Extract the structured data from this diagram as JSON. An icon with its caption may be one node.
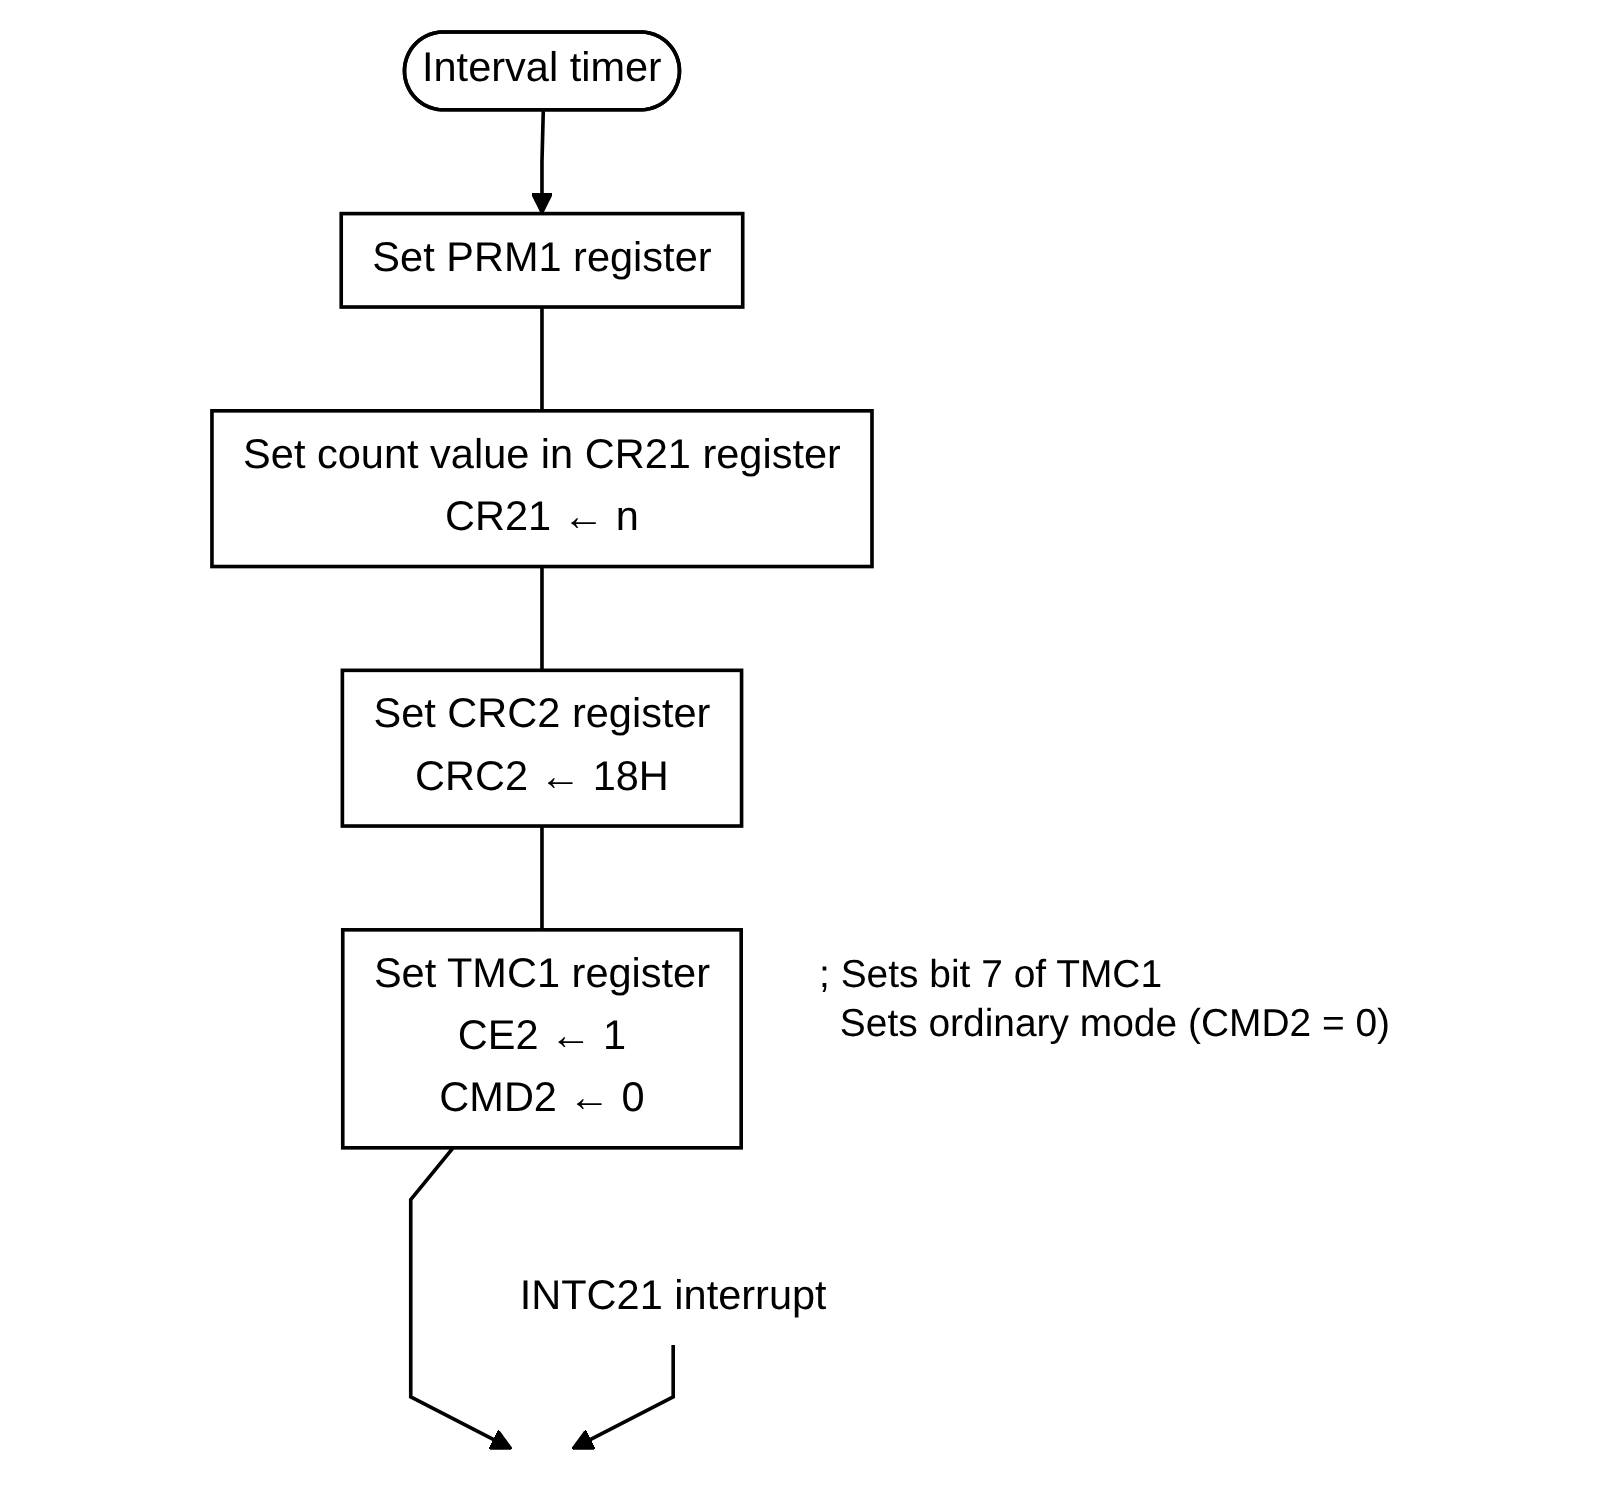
{
  "diagram": {
    "nodes": [
      {
        "text": [
          "Interval timer"
        ]
      },
      {
        "text": [
          "Set PRM1 register"
        ]
      },
      {
        "text": [
          "Set count value in CR21 register",
          "CR21 ← n"
        ]
      },
      {
        "text": [
          "Set CRC2 register",
          "CRC2 ← 18H"
        ]
      },
      {
        "text": [
          "Set TMC1 register",
          "CE2 ← 1",
          "CMD2 ← 0"
        ],
        "beside": [
          "; Sets bit 7 of TMC1",
          "Sets ordinary mode (CMD2 = 0)"
        ]
      },
      {
        "text": [
          "INTC21 interrupt"
        ]
      }
    ],
    "edges": [
      {
        "from": 0,
        "to": 1,
        "arrow": "to"
      },
      {
        "from": 1,
        "to": 2,
        "arrow": "none"
      },
      {
        "from": 2,
        "to": 3,
        "arrow": "none"
      },
      {
        "from": 3,
        "to": 4,
        "arrow": "none"
      },
      {
        "from": 4,
        "to": null,
        "arrow": "to"
      },
      {
        "from": 5,
        "to": null,
        "arrow": "to"
      }
    ]
  }
}
